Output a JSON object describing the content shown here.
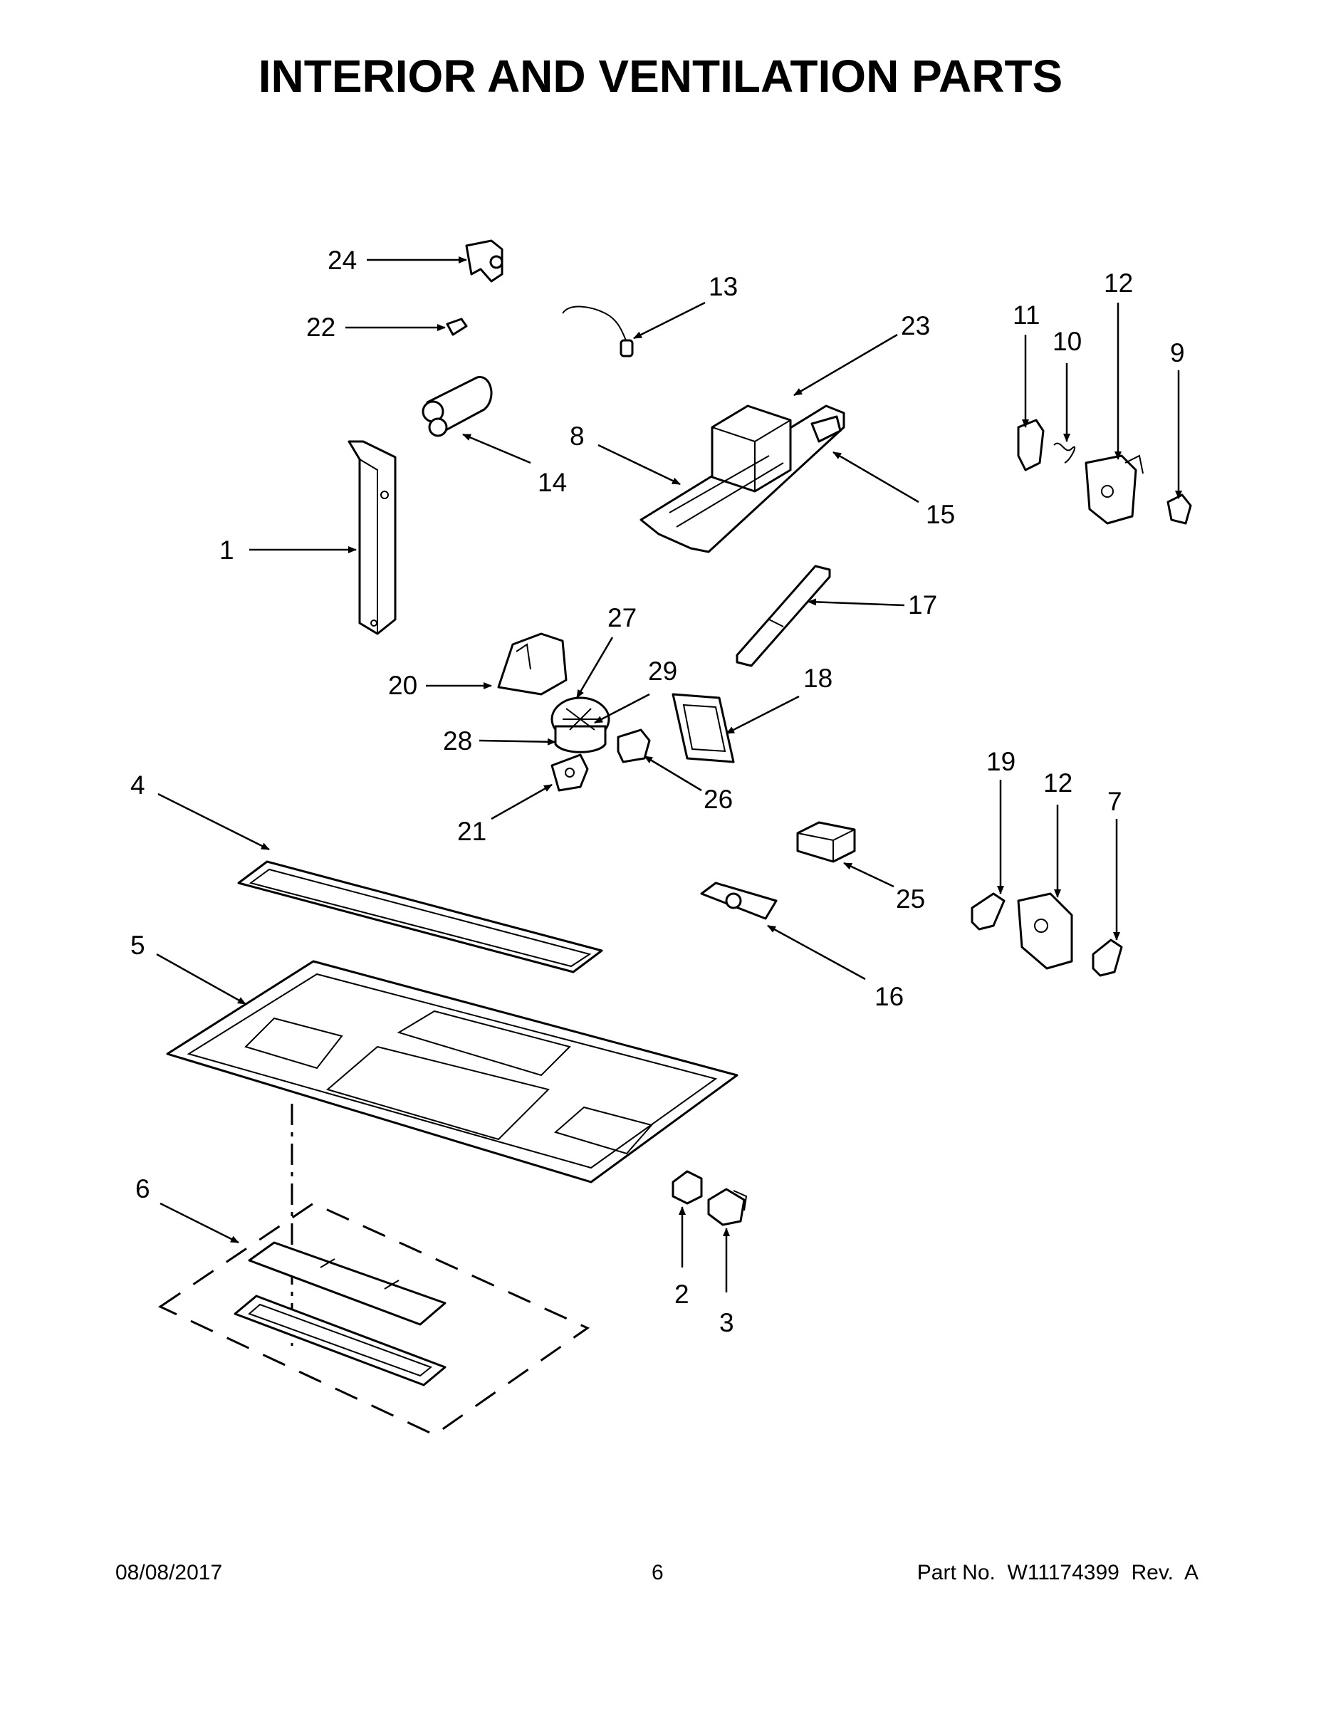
{
  "title": "INTERIOR AND VENTILATION PARTS",
  "footer": {
    "date": "08/08/2017",
    "page": "6",
    "part_number": "Part No.  W11174399  Rev.  A"
  },
  "callouts": [
    "24",
    "22",
    "13",
    "23",
    "11",
    "10",
    "12",
    "9",
    "14",
    "8",
    "15",
    "1",
    "17",
    "27",
    "20",
    "29",
    "18",
    "28",
    "26",
    "21",
    "19",
    "12",
    "7",
    "4",
    "25",
    "16",
    "5",
    "6",
    "2",
    "3"
  ]
}
